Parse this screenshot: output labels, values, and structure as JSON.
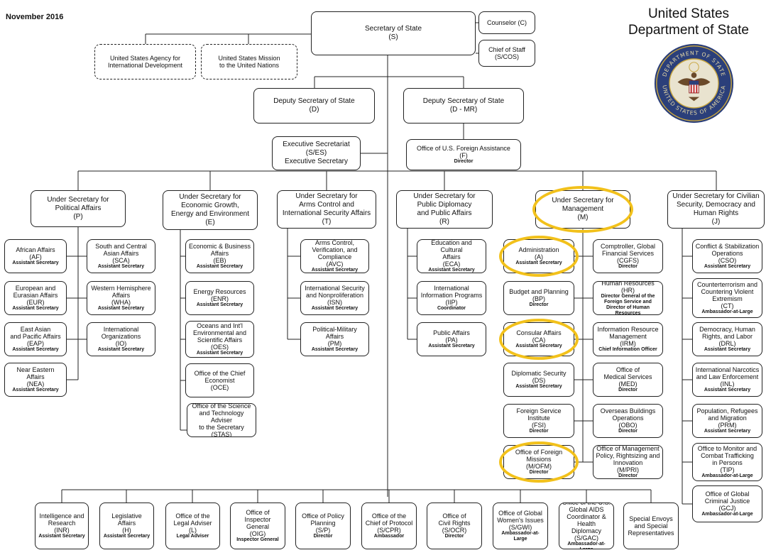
{
  "header": {
    "date": "November 2016",
    "department": "United States Department of State"
  },
  "seal": {
    "top_text": "DEPARTMENT OF STATE",
    "bottom_text": "UNITED STATES OF AMERICA",
    "colors": {
      "ring": "#2b3f7a",
      "gold": "#c8a640"
    }
  },
  "highlight_color": "#f2c11b",
  "boxes": [
    {
      "id": "secretary",
      "lines": [
        "Secretary of State",
        "(S)"
      ]
    },
    {
      "id": "counselor",
      "lines": [
        "Counselor (C)"
      ]
    },
    {
      "id": "chief-of-staff",
      "lines": [
        "Chief of Staff",
        "(S/COS)"
      ]
    },
    {
      "id": "usaid",
      "lines": [
        "United States Agency for",
        "International Development"
      ]
    },
    {
      "id": "usun",
      "lines": [
        "United States Mission",
        "to the United Nations"
      ]
    },
    {
      "id": "deputy-d",
      "lines": [
        "Deputy Secretary of State",
        "(D)"
      ]
    },
    {
      "id": "deputy-dmr",
      "lines": [
        "Deputy Secretary of State",
        "(D - MR)"
      ]
    },
    {
      "id": "exec-sec",
      "lines": [
        "Executive Secretariat",
        "(S/ES)",
        "Executive Secretary"
      ]
    },
    {
      "id": "foreign-assistance",
      "lines": [
        "Office of U.S. Foreign Assistance",
        "(F)"
      ],
      "role": "Director"
    },
    {
      "id": "us-p",
      "lines": [
        "Under Secretary for",
        "Political Affairs",
        "(P)"
      ]
    },
    {
      "id": "us-e",
      "lines": [
        "Under Secretary for",
        "Economic Growth,",
        "Energy and Environment",
        "(E)"
      ]
    },
    {
      "id": "us-t",
      "lines": [
        "Under Secretary for",
        "Arms Control and",
        "International Security Affairs",
        "(T)"
      ]
    },
    {
      "id": "us-r",
      "lines": [
        "Under Secretary for",
        "Public Diplomacy",
        "and Public Affairs",
        "(R)"
      ]
    },
    {
      "id": "us-m",
      "lines": [
        "Under Secretary for",
        "Management",
        "(M)"
      ]
    },
    {
      "id": "us-j",
      "lines": [
        "Under Secretary for Civilian",
        "Security, Democracy and",
        "Human Rights",
        "(J)"
      ]
    },
    {
      "id": "af",
      "lines": [
        "African Affairs",
        "(AF)"
      ],
      "role": "Assistant Secretary"
    },
    {
      "id": "eur",
      "lines": [
        "European and",
        "Eurasian Affairs",
        "(EUR)"
      ],
      "role": "Assistant Secretary"
    },
    {
      "id": "eap",
      "lines": [
        "East Asian",
        "and Pacific Affairs",
        "(EAP)"
      ],
      "role": "Assistant Secretary"
    },
    {
      "id": "nea",
      "lines": [
        "Near Eastern Affairs",
        "(NEA)"
      ],
      "role": "Assistant Secretary"
    },
    {
      "id": "sca",
      "lines": [
        "South and Central",
        "Asian Affairs",
        "(SCA)"
      ],
      "role": "Assistant Secretary"
    },
    {
      "id": "wha",
      "lines": [
        "Western Hemisphere",
        "Affairs",
        "(WHA)"
      ],
      "role": "Assistant Secretary"
    },
    {
      "id": "io",
      "lines": [
        "International",
        "Organizations",
        "(IO)"
      ],
      "role": "Assistant Secretary"
    },
    {
      "id": "eb",
      "lines": [
        "Economic & Business",
        "Affairs",
        "(EB)"
      ],
      "role": "Assistant Secretary"
    },
    {
      "id": "enr",
      "lines": [
        "Energy Resources",
        "(ENR)"
      ],
      "role": "Assistant Secretary"
    },
    {
      "id": "oes",
      "lines": [
        "Oceans and Int'l",
        "Environmental and",
        "Scientific Affairs",
        "(OES)"
      ],
      "role": "Assistant Secretary"
    },
    {
      "id": "oce",
      "lines": [
        "Office of the Chief",
        "Economist",
        "(OCE)"
      ]
    },
    {
      "id": "stas",
      "lines": [
        "Office of the Science",
        "and Technology Adviser",
        "to the Secretary",
        "(STAS)"
      ]
    },
    {
      "id": "avc",
      "lines": [
        "Arms Control,",
        "Verification, and",
        "Compliance",
        "(AVC)"
      ],
      "role": "Assistant Secretary"
    },
    {
      "id": "isn",
      "lines": [
        "International Security",
        "and Nonproliferation",
        "(ISN)"
      ],
      "role": "Assistant Secretary"
    },
    {
      "id": "pm",
      "lines": [
        "Political-Military Affairs",
        "(PM)"
      ],
      "role": "Assistant Secretary"
    },
    {
      "id": "eca",
      "lines": [
        "Education and Cultural",
        "Affairs",
        "(ECA)"
      ],
      "role": "Assistant Secretary"
    },
    {
      "id": "iip",
      "lines": [
        "International",
        "Information Programs",
        "(IIP)"
      ],
      "role": "Coordinator"
    },
    {
      "id": "pa",
      "lines": [
        "Public Affairs",
        "(PA)"
      ],
      "role": "Assistant Secretary"
    },
    {
      "id": "a",
      "lines": [
        "Administration",
        "(A)"
      ],
      "role": "Assistant Secretary"
    },
    {
      "id": "bp",
      "lines": [
        "Budget and Planning",
        "(BP)"
      ],
      "role": "Director"
    },
    {
      "id": "ca",
      "lines": [
        "Consular Affairs",
        "(CA)"
      ],
      "role": "Assistant Secretary"
    },
    {
      "id": "ds",
      "lines": [
        "Diplomatic Security",
        "(DS)"
      ],
      "role": "Assistant Secretary"
    },
    {
      "id": "fsi",
      "lines": [
        "Foreign Service",
        "Institute",
        "(FSI)"
      ],
      "role": "Director"
    },
    {
      "id": "ofm",
      "lines": [
        "Office of Foreign",
        "Missions",
        "(M/OFM)"
      ],
      "role": "Director"
    },
    {
      "id": "cgfs",
      "lines": [
        "Comptroller, Global",
        "Financial Services",
        "(CGFS)"
      ],
      "role": "Director"
    },
    {
      "id": "hr",
      "lines": [
        "Human Resources",
        "(HR)"
      ],
      "role": "Director General of the Foreign Service and Director of Human Resources"
    },
    {
      "id": "irm",
      "lines": [
        "Information Resource",
        "Management",
        "(IRM)"
      ],
      "role": "Chief Information Officer"
    },
    {
      "id": "med",
      "lines": [
        "Office of",
        "Medical Services",
        "(MED)"
      ],
      "role": "Director"
    },
    {
      "id": "obo",
      "lines": [
        "Overseas Buildings",
        "Operations",
        "(OBO)"
      ],
      "role": "Director"
    },
    {
      "id": "pri",
      "lines": [
        "Office of Management",
        "Policy, Rightsizing and",
        "Innovation",
        "(M/PRI)"
      ],
      "role": "Director"
    },
    {
      "id": "cso",
      "lines": [
        "Conflict & Stabilization",
        "Operations",
        "(CSO)"
      ],
      "role": "Assistant Secretary"
    },
    {
      "id": "ct",
      "lines": [
        "Counterterrorism and",
        "Countering Violent",
        "Extremism",
        "(CT)"
      ],
      "role": "Ambassador-at-Large"
    },
    {
      "id": "drl",
      "lines": [
        "Democracy, Human",
        "Rights, and Labor",
        "(DRL)"
      ],
      "role": "Assistant Secretary"
    },
    {
      "id": "inl",
      "lines": [
        "International Narcotics",
        "and Law Enforcement",
        "(INL)"
      ],
      "role": "Assistant Secretary"
    },
    {
      "id": "prm",
      "lines": [
        "Population, Refugees",
        "and Migration",
        "(PRM)"
      ],
      "role": "Assistant Secretary"
    },
    {
      "id": "tip",
      "lines": [
        "Office to Monitor and",
        "Combat Trafficking",
        "in Persons",
        "(TIP)"
      ],
      "role": "Ambassador-at-Large"
    },
    {
      "id": "gcj",
      "lines": [
        "Office of Global",
        "Criminal Justice",
        "(GCJ)"
      ],
      "role": "Ambassador-at-Large"
    },
    {
      "id": "inr",
      "lines": [
        "Intelligence and",
        "Research",
        "(INR)"
      ],
      "role": "Assistant Secretary"
    },
    {
      "id": "h",
      "lines": [
        "Legislative Affairs",
        "(H)"
      ],
      "role": "Assistant Secretary"
    },
    {
      "id": "l",
      "lines": [
        "Office of the",
        "Legal Adviser",
        "(L)"
      ],
      "role": "Legal Adviser"
    },
    {
      "id": "oig",
      "lines": [
        "Office of Inspector",
        "General",
        "(OIG)"
      ],
      "role": "Inspector General"
    },
    {
      "id": "sp",
      "lines": [
        "Office of Policy",
        "Planning",
        "(S/P)"
      ],
      "role": "Director"
    },
    {
      "id": "cpr",
      "lines": [
        "Office of the",
        "Chief of Protocol",
        "(S/CPR)"
      ],
      "role": "Ambassador"
    },
    {
      "id": "ocr",
      "lines": [
        "Office of",
        "Civil Rights",
        "(S/OCR)"
      ],
      "role": "Director"
    },
    {
      "id": "gwi",
      "lines": [
        "Office of Global",
        "Women's Issues",
        "(S/GWI)"
      ],
      "role": "Ambassador-at-Large"
    },
    {
      "id": "gac",
      "lines": [
        "Office of the U.S.",
        "Global AIDS",
        "Coordinator &",
        "Health Diplomacy",
        "(S/GAC)"
      ],
      "role": "Ambassador-at-Large"
    },
    {
      "id": "sesr",
      "lines": [
        "Special Envoys",
        "and Special",
        "Representatives"
      ]
    }
  ]
}
